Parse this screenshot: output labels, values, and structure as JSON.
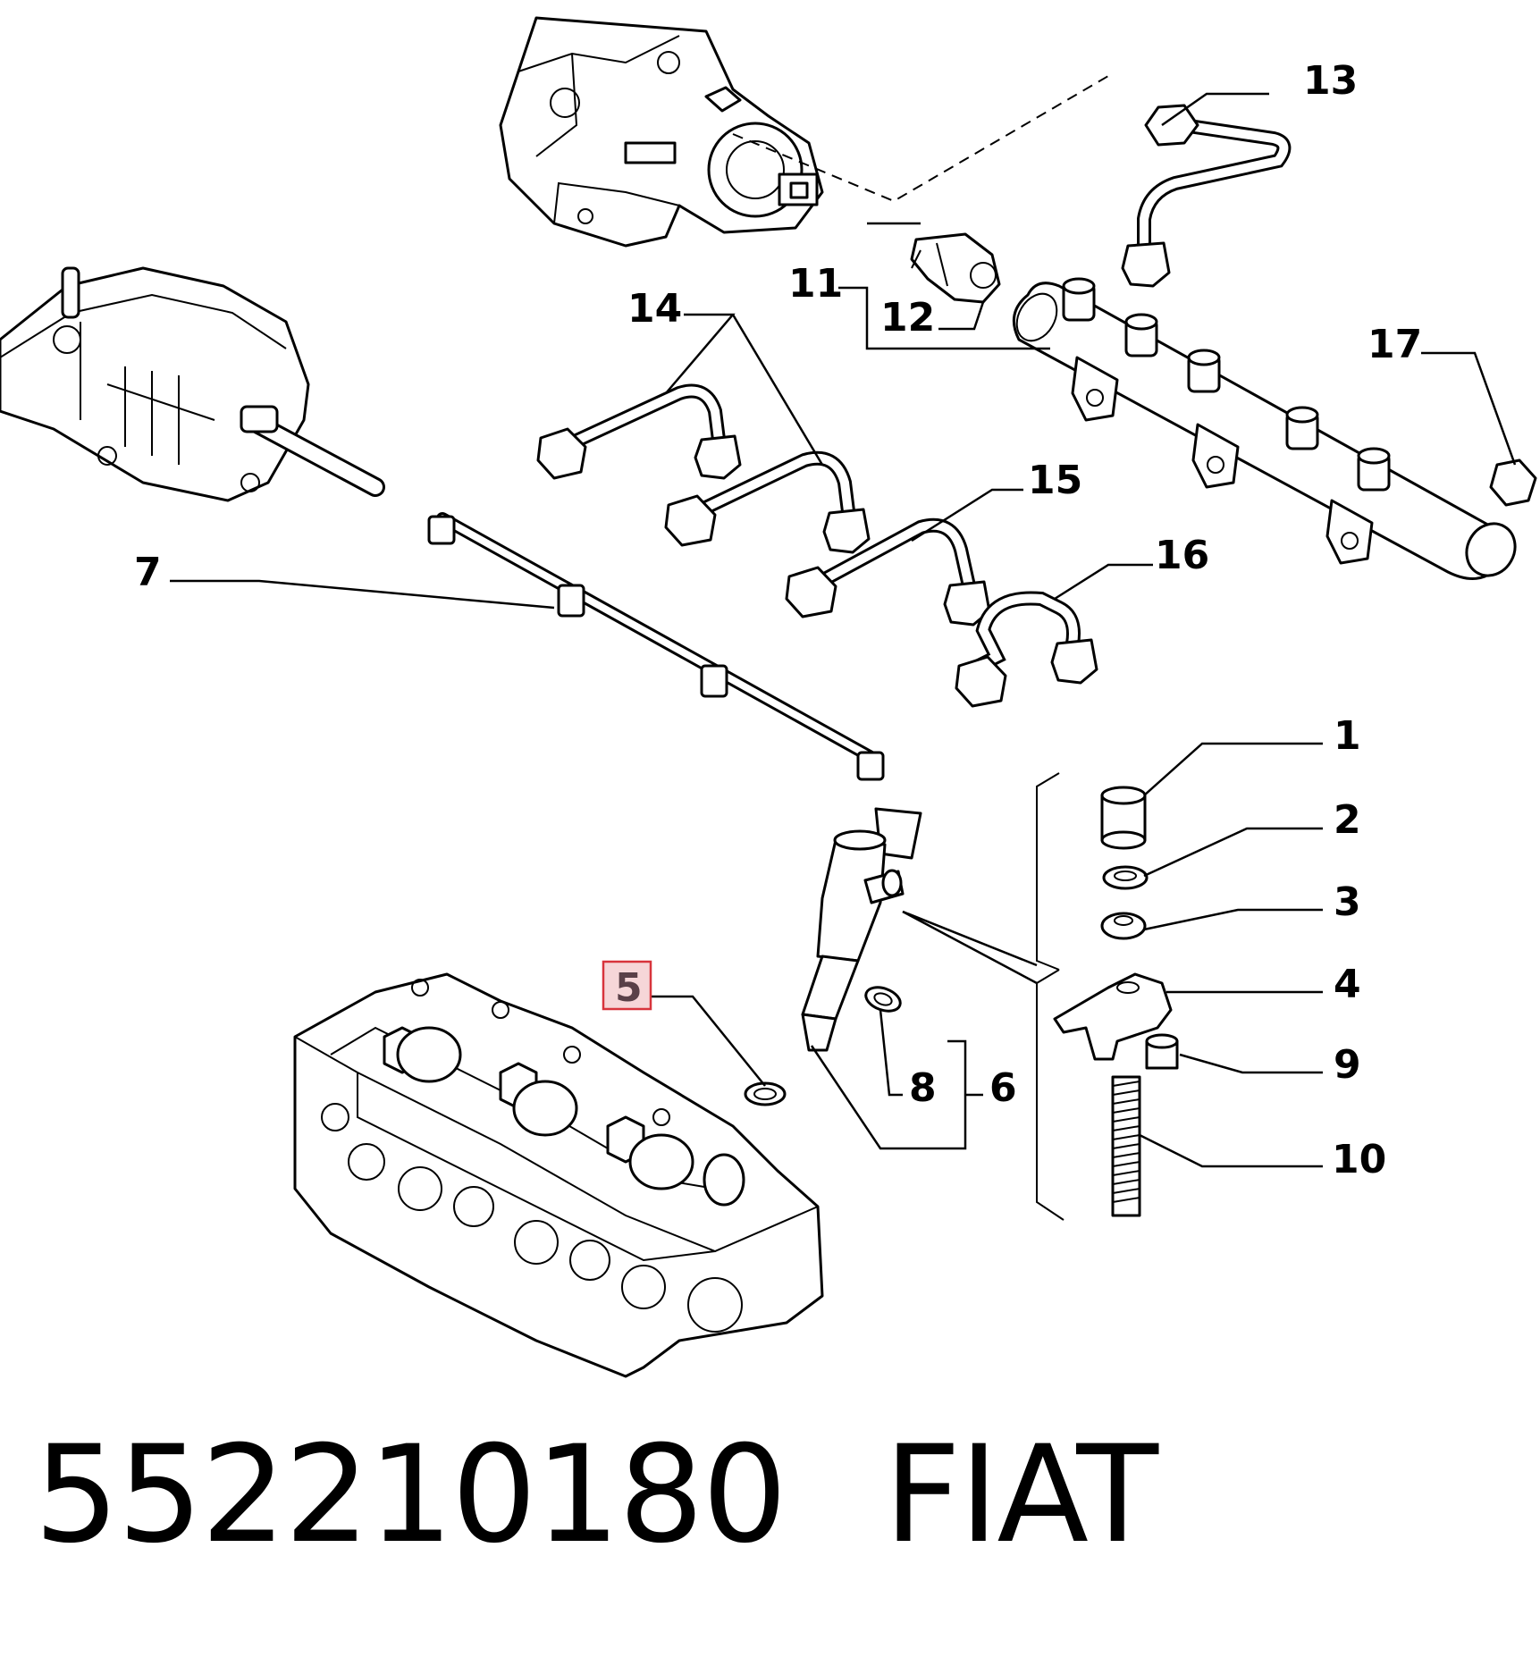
{
  "diagram": {
    "callouts": [
      {
        "id": "13",
        "label": "13"
      },
      {
        "id": "11",
        "label": "11"
      },
      {
        "id": "12",
        "label": "12"
      },
      {
        "id": "14",
        "label": "14"
      },
      {
        "id": "17",
        "label": "17"
      },
      {
        "id": "15",
        "label": "15"
      },
      {
        "id": "7",
        "label": "7"
      },
      {
        "id": "16",
        "label": "16"
      },
      {
        "id": "1",
        "label": "1"
      },
      {
        "id": "2",
        "label": "2"
      },
      {
        "id": "3",
        "label": "3"
      },
      {
        "id": "4",
        "label": "4"
      },
      {
        "id": "5",
        "label": "5",
        "highlighted": true
      },
      {
        "id": "9",
        "label": "9"
      },
      {
        "id": "8",
        "label": "8"
      },
      {
        "id": "6",
        "label": "6"
      },
      {
        "id": "10",
        "label": "10"
      }
    ],
    "highlight_color": "#d8343c"
  },
  "footer": {
    "part_number": "552210180",
    "brand": "FIAT"
  }
}
